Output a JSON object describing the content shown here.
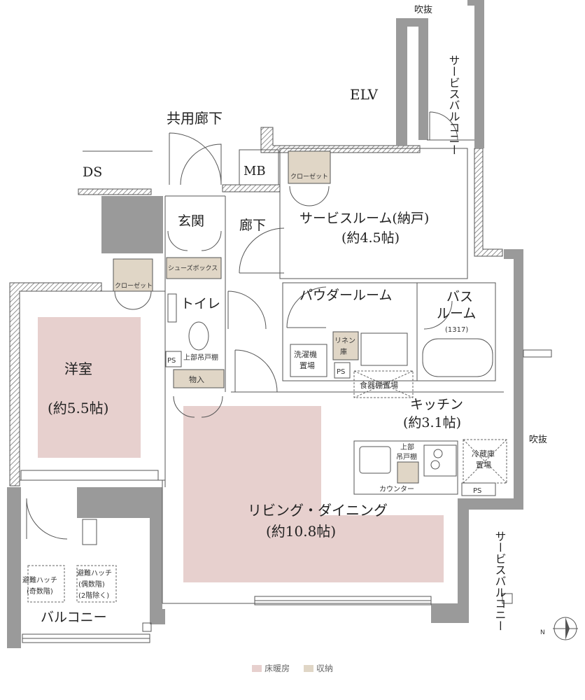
{
  "labels": {
    "elv": "ELV",
    "kyoyo_roka": "共用廊下",
    "ds": "DS",
    "mb": "MB",
    "fukinuke_top": "吹抜",
    "fukinuke_right": "吹抜",
    "genkan": "玄関",
    "roka": "廊下",
    "service_room": "サービスルーム(納戸)",
    "service_room_size": "(約4.5帖)",
    "closet_1": "クローゼット",
    "closet_2": "クローゼット",
    "shoes_box": "シューズボックス",
    "toilet": "トイレ",
    "upper_cabinet_1": "上部吊戸棚",
    "ps_1": "PS",
    "ps_2": "PS",
    "ps_3": "PS",
    "monoire": "物入",
    "powder_room": "パウダールーム",
    "bath_1": "バス",
    "bath_2": "ルーム",
    "bath_size": "(1317)",
    "washer_1": "洗濯機",
    "washer_2": "置場",
    "linen_1": "リネン",
    "linen_2": "庫",
    "dish_shelf": "食器棚置場",
    "kitchen": "キッチン",
    "kitchen_size": "(約3.1帖)",
    "upper_cabinet_2a": "上部",
    "upper_cabinet_2b": "吊戸棚",
    "fridge_1": "冷蔵庫",
    "fridge_2": "置場",
    "counter": "カウンター",
    "yoshitsu": "洋室",
    "yoshitsu_size": "(約5.5帖)",
    "living": "リビング・ダイニング",
    "living_size": "(約10.8帖)",
    "service_balcony_top": "サービスバルコニー",
    "service_balcony_right": "サービスバルコニー",
    "hatch_odd_1": "避難ハッチ",
    "hatch_odd_2": "(奇数階)",
    "hatch_even_1": "避難ハッチ",
    "hatch_even_2": "(偶数階)",
    "hatch_even_3": "(2階除く)",
    "balcony": "バルコニー",
    "compass_n": "N"
  },
  "legend": [
    {
      "label": "床暖房",
      "color": "#e7d0ce"
    },
    {
      "label": "収納",
      "color": "#e0d6c6"
    }
  ]
}
